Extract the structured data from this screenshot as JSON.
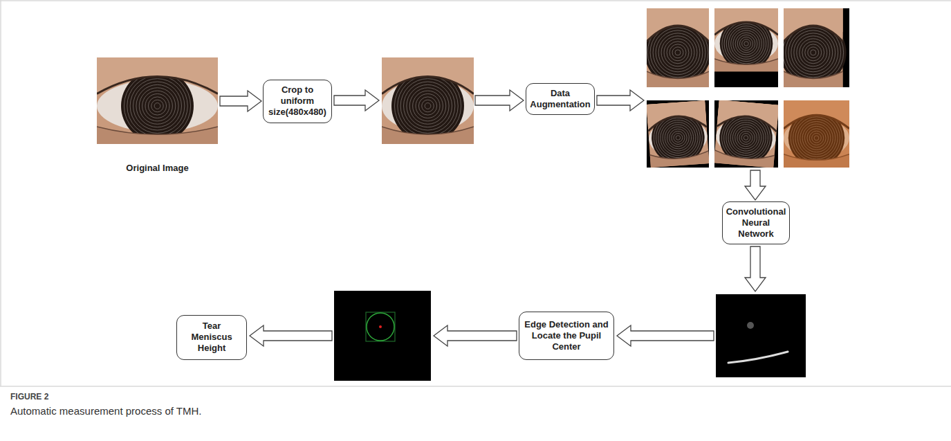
{
  "diagram": {
    "caption": "Automatic measurement process of TMH.",
    "nodes": [
      {
        "text": [
          "Original Image"
        ]
      },
      {
        "text": [
          "Crop to uniform size(480x480)"
        ]
      },
      {
        "text": [
          "Data Augmentation"
        ]
      },
      {
        "text": [
          "Convolutional Neural Network"
        ]
      },
      {
        "text": [
          "Edge Detection and Locate the Pupil Center"
        ]
      },
      {
        "text": [
          "Tear Meniscus Height"
        ]
      }
    ],
    "edges": [
      {
        "from": 0,
        "to": 1,
        "arrow": "to"
      }
    ],
    "labels": [
      "FIGURE 2"
    ]
  }
}
